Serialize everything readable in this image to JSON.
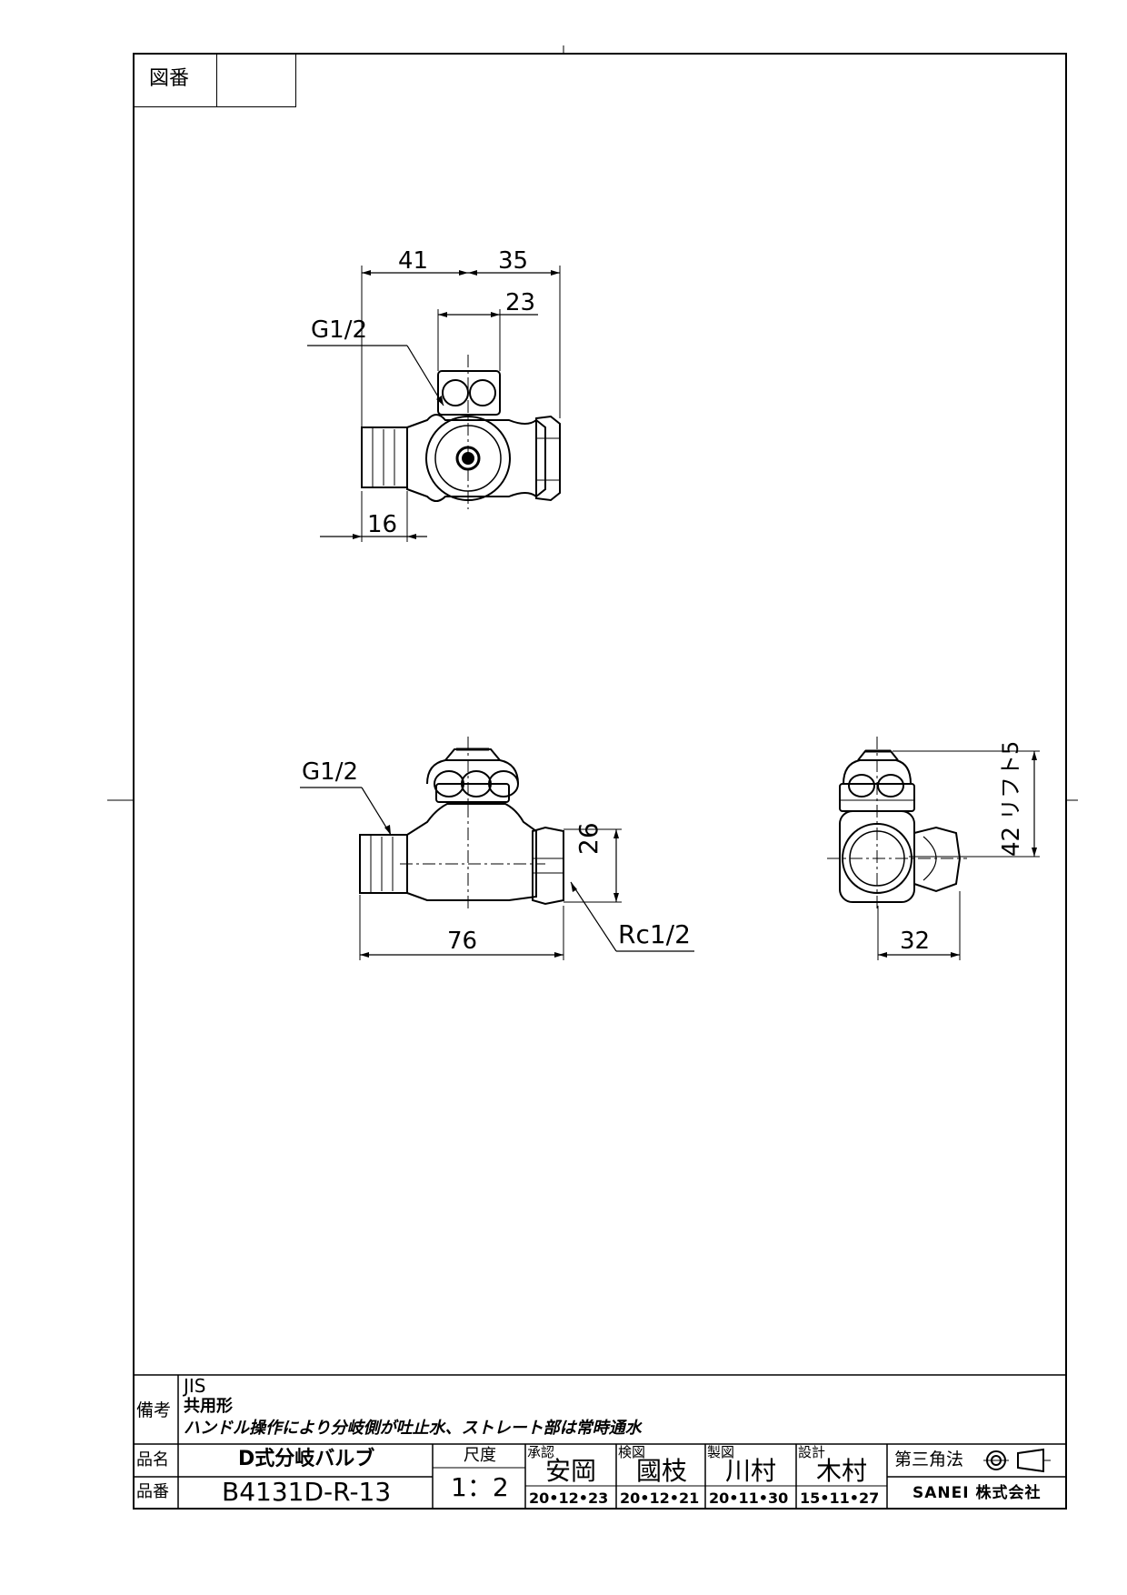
{
  "frame": {
    "zuban_label": "図番"
  },
  "top_view": {
    "dim_41": "41",
    "dim_35": "35",
    "dim_23": "23",
    "dim_16": "16",
    "thread": "G1/2"
  },
  "front_view": {
    "thread_left": "G1/2",
    "thread_right": "Rc1/2",
    "dim_76": "76",
    "dim_26": "26"
  },
  "side_view": {
    "dim_32": "32",
    "dim_42": "42",
    "lift_label": "リフト5"
  },
  "notes": {
    "label": "備考",
    "line1": "JIS",
    "line2": "共用形",
    "line3": "ハンドル操作により分岐側が吐止水、ストレート部は常時通水"
  },
  "title_block": {
    "hinmei_label": "品名",
    "hinmei_value": "D式分岐バルブ",
    "hinban_label": "品番",
    "hinban_value": "B4131D-R-13",
    "scale_label": "尺度",
    "scale_value": "1：2",
    "approvals": [
      {
        "role": "承認",
        "name": "安岡",
        "date": "20•12•23"
      },
      {
        "role": "検図",
        "name": "國枝",
        "date": "20•12•21"
      },
      {
        "role": "製図",
        "name": "川村",
        "date": "20•11•30"
      },
      {
        "role": "設計",
        "name": "木村",
        "date": "15•11•27"
      }
    ],
    "projection_label": "第三角法",
    "company": "SANEI 株式会社"
  }
}
